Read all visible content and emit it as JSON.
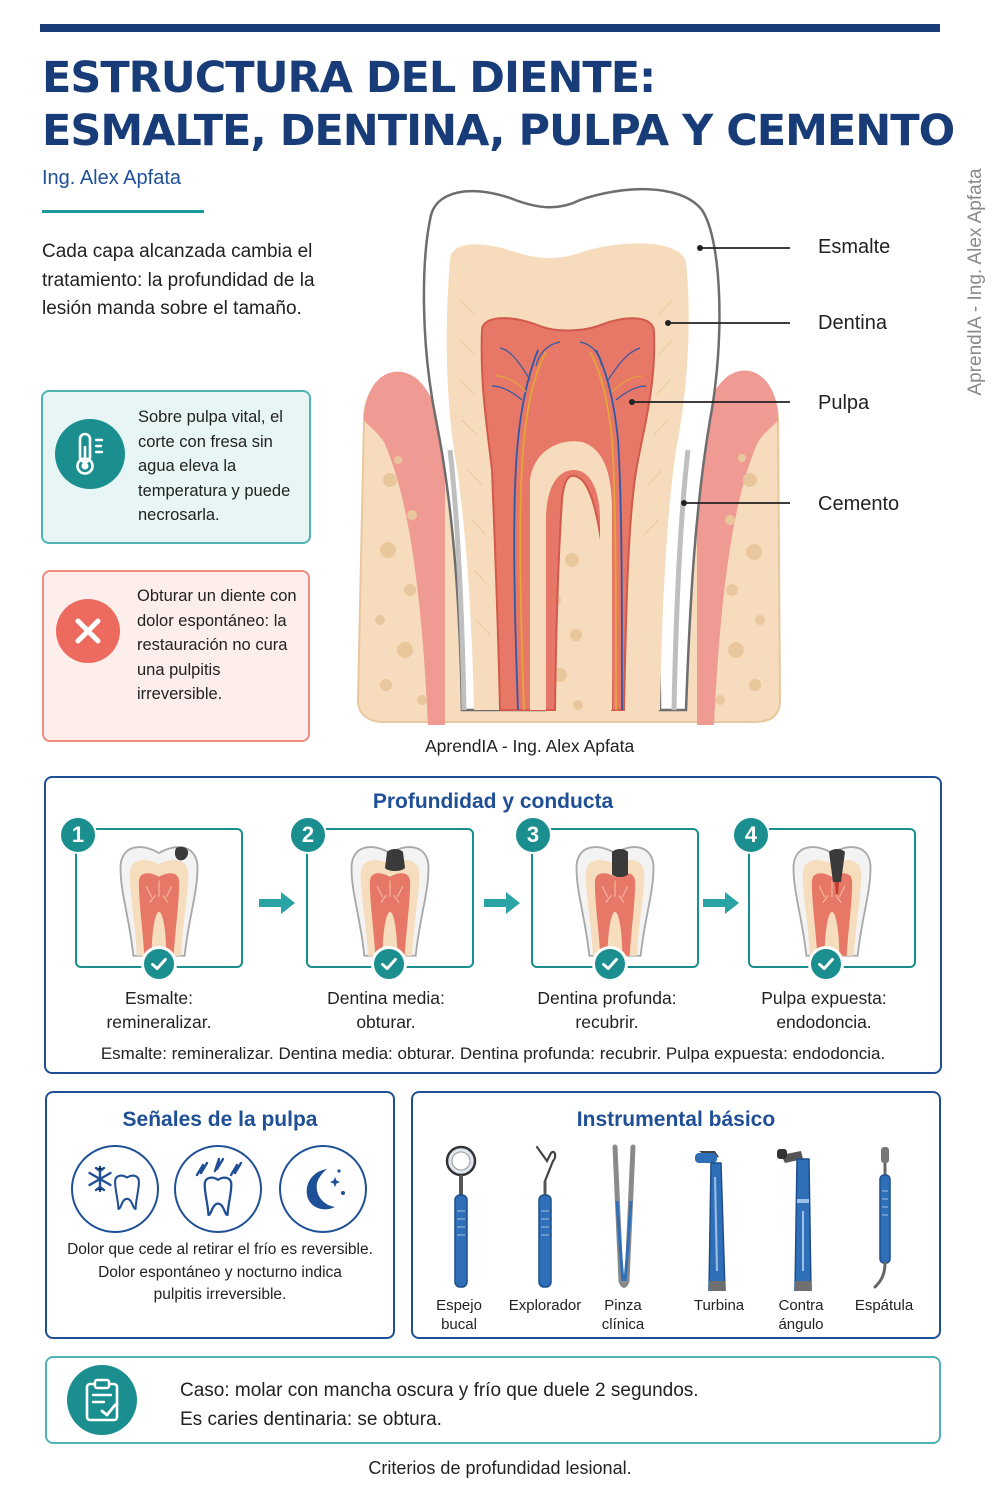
{
  "header": {
    "title_line1": "ESTRUCTURA DEL DIENTE:",
    "title_line2": "ESMALTE, DENTINA, PULPA Y CEMENTO",
    "author": "Ing. Alex Apfata",
    "intro": "Cada capa alcanzada cambia el tratamiento: la profundidad de la lesión manda sobre el tamaño."
  },
  "tip_box": {
    "icon": "thermometer-icon",
    "text": "Sobre pulpa vital, el corte con fresa sin agua eleva la temperatura y puede necrosarla."
  },
  "warning_box": {
    "icon": "x-icon",
    "text": "Obturar un diente con dolor espontáneo: la restauración no cura una pulpitis irreversible."
  },
  "diagram": {
    "labels": {
      "esmalte": "Esmalte",
      "dentina": "Dentina",
      "pulpa": "Pulpa",
      "cemento": "Cemento"
    },
    "caption": "AprendIA - Ing. Alex Apfata",
    "vertical_watermark": "AprendIA - Ing. Alex Apfata"
  },
  "depth_panel": {
    "title": "Profundidad y conducta",
    "steps": [
      {
        "number": "1",
        "label_line1": "Esmalte:",
        "label_line2": "remineralizar."
      },
      {
        "number": "2",
        "label_line1": "Dentina media:",
        "label_line2": "obturar."
      },
      {
        "number": "3",
        "label_line1": "Dentina profunda:",
        "label_line2": "recubrir."
      },
      {
        "number": "4",
        "label_line1": "Pulpa expuesta:",
        "label_line2": "endodoncia."
      }
    ],
    "summary": "Esmalte: remineralizar. Dentina media: obturar. Dentina profunda: recubrir. Pulpa expuesta: endodoncia."
  },
  "signals_panel": {
    "title": "Señales de la pulpa",
    "icons": [
      "cold-tooth-icon",
      "pain-tooth-icon",
      "night-moon-icon"
    ],
    "text_line1": "Dolor que cede al retirar el frío es reversible.",
    "text_line2": "Dolor espontáneo y nocturno indica",
    "text_line3": "pulpitis irreversible."
  },
  "instruments_panel": {
    "title": "Instrumental básico",
    "items": [
      {
        "line1": "Espejo",
        "line2": "bucal"
      },
      {
        "line1": "Explorador",
        "line2": ""
      },
      {
        "line1": "Pinza",
        "line2": "clínica"
      },
      {
        "line1": "Turbina",
        "line2": ""
      },
      {
        "line1": "Contra",
        "line2": "ángulo"
      },
      {
        "line1": "Espátula",
        "line2": ""
      }
    ]
  },
  "case_box": {
    "icon": "clipboard-check-icon",
    "line1": "Caso: molar con mancha oscura y frío que duele 2 segundos.",
    "line2": "Es caries dentinaria: se obtura."
  },
  "footer": "Criterios de profundidad lesional.",
  "colors": {
    "navy": "#173c78",
    "blue": "#1f4f96",
    "teal": "#1b8f8f",
    "coral": "#ec6a5e",
    "pulp": "#e77766",
    "dentin": "#f5ddbd"
  }
}
